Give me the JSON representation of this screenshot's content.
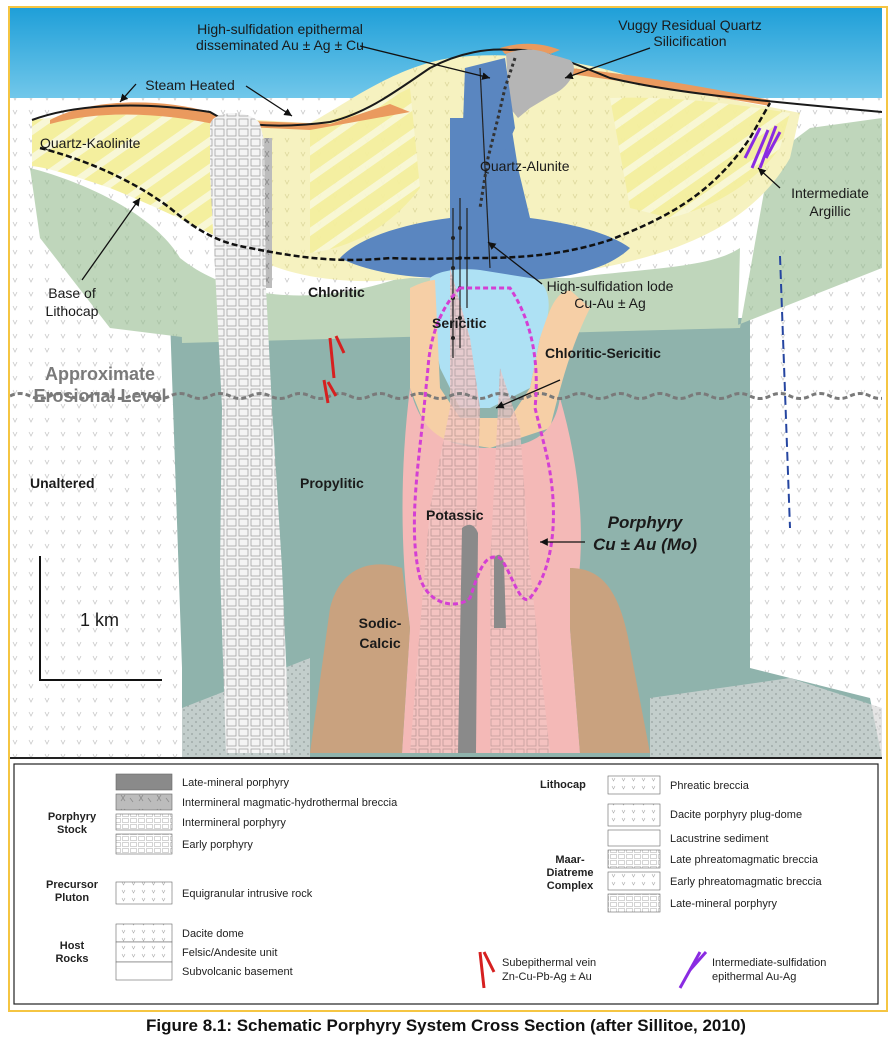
{
  "labels": {
    "hs_epithermal": [
      "High-sulfidation epithermal",
      "disseminated Au ± Ag ± Cu"
    ],
    "vuggy": [
      "Vuggy Residual Quartz",
      "Silicification"
    ],
    "steam_heated": "Steam Heated",
    "quartz_kaolinite": "Quartz-Kaolinite",
    "quartz_alunite": "Quartz-Alunite",
    "intermediate_argillic": [
      "Intermediate",
      "Argillic"
    ],
    "base_lithocap": [
      "Base of",
      "Lithocap"
    ],
    "chloritic": "Chloritic",
    "hs_lode": [
      "High-sulfidation lode",
      "Cu-Au ± Ag"
    ],
    "sericitic": "Sericitic",
    "chloritic_sericitic": "Chloritic-Sericitic",
    "erosional": [
      "Approximate",
      "Erosional Level"
    ],
    "unaltered": "Unaltered",
    "propylitic": "Propylitic",
    "potassic": "Potassic",
    "porphyry": [
      "Porphyry",
      "Cu ± Au (Mo)"
    ],
    "scale": "1 km",
    "sodic_calcic": [
      "Sodic-",
      "Calcic"
    ]
  },
  "legend": {
    "porphyry_stock": [
      "Porphyry",
      "Stock"
    ],
    "precursor_pluton": [
      "Precursor",
      "Pluton"
    ],
    "host_rocks": [
      "Host",
      "Rocks"
    ],
    "lithocap": "Lithocap",
    "maar": [
      "Maar-",
      "Diatreme",
      "Complex"
    ],
    "left_items": [
      "Late-mineral porphyry",
      "Intermineral magmatic-hydrothermal breccia",
      "Intermineral porphyry",
      "Early porphyry",
      "Equigranular intrusive rock",
      "Dacite dome",
      "Felsic/Andesite unit",
      "Subvolcanic basement"
    ],
    "right_items": [
      "Phreatic breccia",
      "Dacite porphyry plug-dome",
      "Lacustrine sediment",
      "Late phreatomagmatic breccia",
      "Early phreatomagmatic breccia",
      "Late-mineral porphyry"
    ],
    "subepithermal": [
      "Subepithermal vein",
      "Zn-Cu-Pb-Ag ± Au"
    ],
    "intermediate_sulf": [
      "Intermediate-sulfidation",
      "epithermal Au-Ag"
    ]
  },
  "caption": "Figure 8.1: Schematic Porphyry System Cross Section (after Sillitoe, 2010)",
  "colors": {
    "sky": "#66c8ea",
    "quartz_kaolinite": "#f4ef9e",
    "quartz_alunite": "#f6f2c0",
    "steam_heated": "#ea9a5e",
    "vuggy": "#b5b5b5",
    "propylitic": "#8fb3ac",
    "chloritic": "#bfd6bb",
    "sericitic": "#aee1f4",
    "hs_lode": "#5a86c0",
    "potassic": "#f4b9b7",
    "chloritic_sericitic": "#f6cfa6",
    "sodic_calcic": "#c9a27f",
    "unaltered": "#ffffff",
    "porphyry_outline": "#d43fd4",
    "subepithermal_vein": "#d62020",
    "intermediate_vein": "#8a2be2"
  }
}
